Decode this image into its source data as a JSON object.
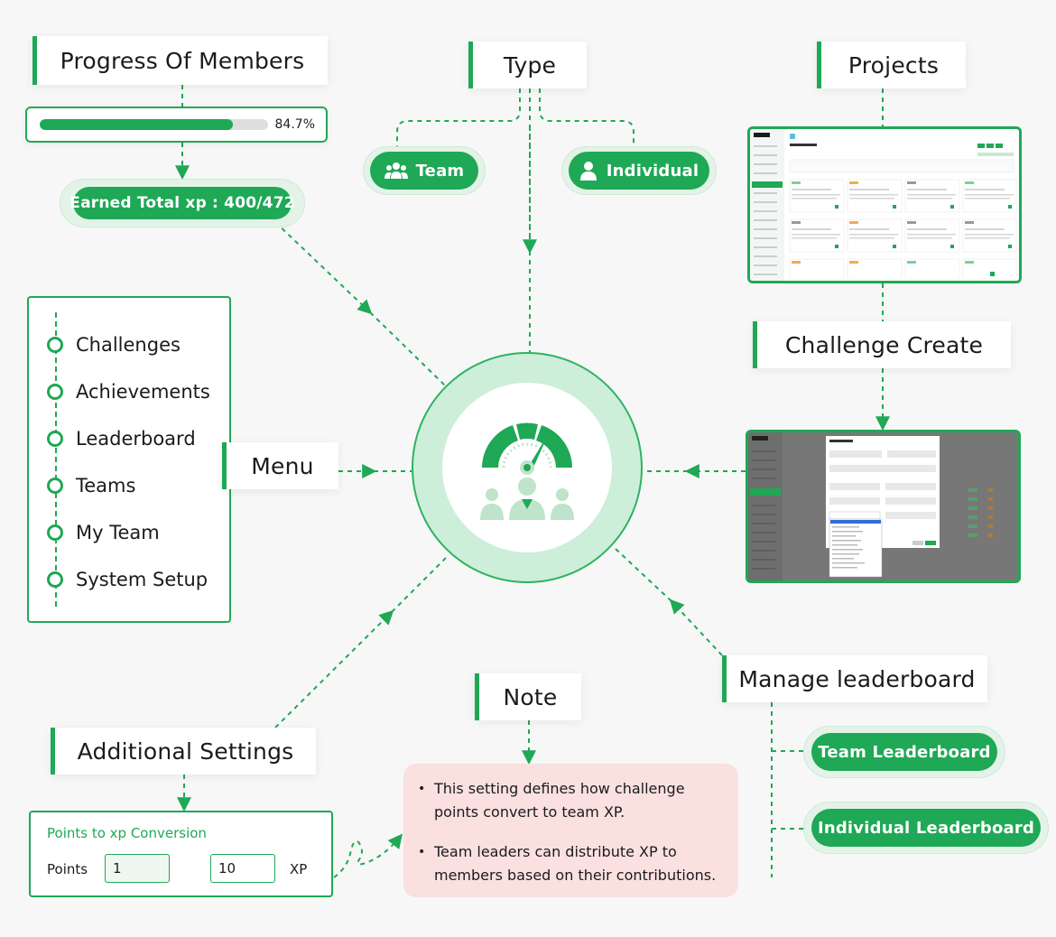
{
  "progress": {
    "title": "Progress Of Members",
    "value": 0.847,
    "value_text": "84.7%",
    "earned_label": "Earned Total xp : 400/472"
  },
  "type": {
    "title": "Type",
    "team_label": "Team",
    "individual_label": "Individual"
  },
  "projects": {
    "title": "Projects"
  },
  "challenge_create": {
    "title": "Challenge Create"
  },
  "menu": {
    "title": "Menu",
    "items": [
      "Challenges",
      "Achievements",
      "Leaderboard",
      "Teams",
      "My Team",
      "System Setup"
    ]
  },
  "manage_leaderboard": {
    "title": "Manage leaderboard",
    "team_label": "Team Leaderboard",
    "individual_label": "Individual Leaderboard"
  },
  "note": {
    "title": "Note",
    "items": [
      "This setting defines how challenge points convert to team XP.",
      "Team leaders can distribute XP to members based on their contributions."
    ]
  },
  "additional_settings": {
    "title": "Additional Settings",
    "conversion_title": "Points to xp Conversion",
    "points_label": "Points",
    "points_value": "1",
    "xp_value": "10",
    "xp_label": "XP"
  },
  "colors": {
    "accent": "#1fa855",
    "accent_light": "#cdeed9",
    "note_bg": "#fbe0e0"
  },
  "icons": {
    "hub": "gauge-team-icon",
    "team": "users-icon",
    "individual": "user-icon"
  }
}
